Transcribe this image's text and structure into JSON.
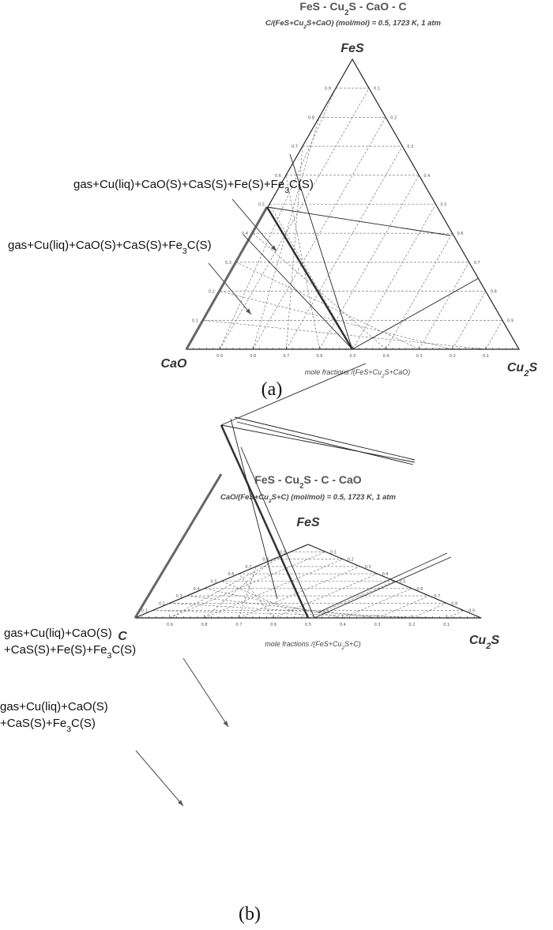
{
  "diagrams": [
    {
      "title": "FeS - Cu2S - CaO - C",
      "title_parts": [
        "FeS - Cu",
        "2",
        "S - CaO - C"
      ],
      "subtitle": "C/(FeS+Cu2S+CaO) (mol/mol)  = 0.5,  1723 K, 1 atm",
      "subtitle_parts": [
        "C/(FeS+Cu",
        "2",
        "S+CaO) (mol/mol)  = 0.5,  1723 K, 1 atm"
      ],
      "vertex_top": "FeS",
      "vertex_left": "CaO",
      "vertex_right_parts": [
        "Cu",
        "2",
        "S"
      ],
      "axis_title_parts": [
        "mole fractions /(FeS+Cu",
        "2",
        "S+CaO)"
      ],
      "bottom_ticks": [
        "0.9",
        "0.8",
        "0.7",
        "0.6",
        "0.5",
        "0.4",
        "0.3",
        "0.2",
        "0.1"
      ],
      "left_ticks": [
        "0.1",
        "0.2",
        "0.3",
        "0.4",
        "0.5",
        "0.6",
        "0.7",
        "0.8",
        "0.9"
      ],
      "right_ticks": [
        "0.1",
        "0.2",
        "0.3",
        "0.4",
        "0.5",
        "0.6",
        "0.7",
        "0.8",
        "0.9"
      ],
      "annotations": [
        {
          "lines": [
            [
              "gas+Cu(liq)+CaO(S)+CaS(S)+Fe(S)+Fe",
              "3",
              "C(S)"
            ]
          ]
        },
        {
          "lines": [
            [
              "gas+Cu(liq)+CaO(S)+CaS(S)+Fe",
              "3",
              "C(S)"
            ]
          ]
        }
      ],
      "caption": "(a)"
    },
    {
      "title": "FeS - Cu2S - C - CaO",
      "title_parts": [
        "FeS - Cu",
        "2",
        "S - C - CaO"
      ],
      "subtitle": "CaO/(FeS+Cu2S+C) (mol/mol)  = 0.5,  1723 K, 1 atm",
      "subtitle_parts": [
        "CaO/(FeS+Cu",
        "2",
        "S+C) (mol/mol)  = 0.5,  1723 K, 1 atm"
      ],
      "vertex_top": "FeS",
      "vertex_left": "C",
      "vertex_right_parts": [
        "Cu",
        "2",
        "S"
      ],
      "axis_title_parts": [
        "mole fractions /(FeS+Cu",
        "2",
        "S+C)"
      ],
      "bottom_ticks": [
        "0.9",
        "0.8",
        "0.7",
        "0.6",
        "0.5",
        "0.4",
        "0.3",
        "0.2",
        "0.1"
      ],
      "left_ticks": [
        "0.1",
        "0.2",
        "0.3",
        "0.4",
        "0.5",
        "0.6",
        "0.7",
        "0.8",
        "0.9"
      ],
      "right_ticks": [
        "0.1",
        "0.2",
        "0.3",
        "0.4",
        "0.5",
        "0.6",
        "0.7",
        "0.8",
        "0.9"
      ],
      "annotations": [
        {
          "lines": [
            [
              "gas+Cu(liq)+CaO(S)"
            ],
            [
              "+CaS(S)+Fe(S)+Fe",
              "3",
              "C(S)"
            ]
          ]
        },
        {
          "lines": [
            [
              "gas+Cu(liq)+CaO(S)"
            ],
            [
              "+CaS(S)+Fe",
              "3",
              "C(S)"
            ]
          ]
        }
      ],
      "caption": "(b)"
    }
  ]
}
